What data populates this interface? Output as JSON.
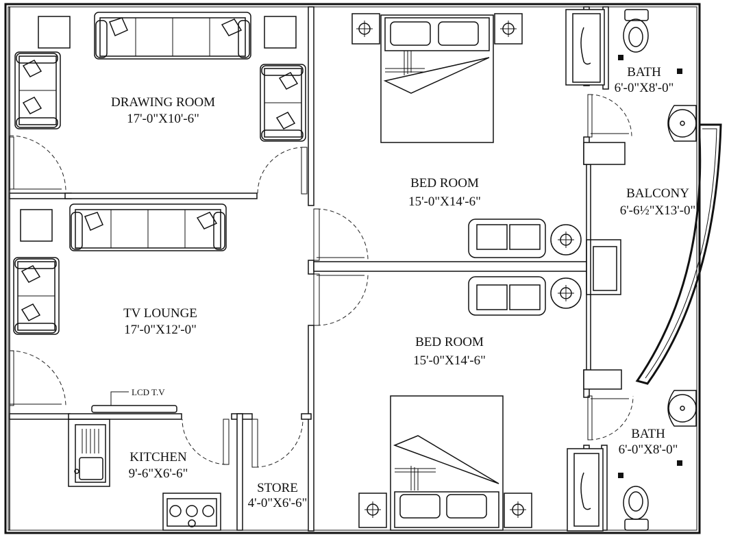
{
  "rooms": {
    "drawing_room": {
      "name": "DRAWING ROOM",
      "size": "17'-0\"X10'-6\""
    },
    "tv_lounge": {
      "name": "TV LOUNGE",
      "size": "17'-0\"X12'-0\""
    },
    "kitchen": {
      "name": "KITCHEN",
      "size": "9'-6\"X6'-6\""
    },
    "store": {
      "name": "STORE",
      "size": "4'-0\"X6'-6\""
    },
    "bed_room_1": {
      "name": "BED ROOM",
      "size": "15'-0\"X14'-6\""
    },
    "bed_room_2": {
      "name": "BED ROOM",
      "size": "15'-0\"X14'-6\""
    },
    "bath_1": {
      "name": "BATH",
      "size": "6'-0\"X8'-0\""
    },
    "bath_2": {
      "name": "BATH",
      "size": "6'-0\"X8'-0\""
    },
    "balcony": {
      "name": "BALCONY",
      "size": "6'-6½\"X13'-0\""
    }
  },
  "fixtures": {
    "lcd_tv": "LCD T.V"
  }
}
